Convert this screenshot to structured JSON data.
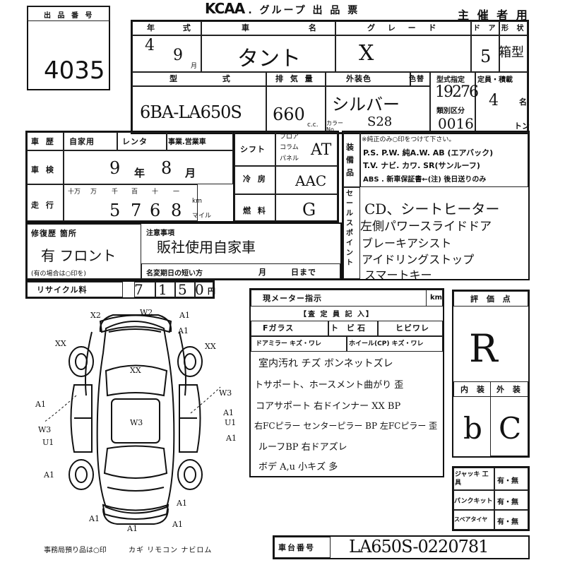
{
  "header": {
    "lot_label": "出 品 番 号",
    "lot_number": "4035",
    "brand": "KCAA",
    "title": ". グループ 出 品 票",
    "organizer": "主 催 者 用"
  },
  "vehicle": {
    "year_label": "年 式",
    "year": "4",
    "month": "9",
    "month_unit": "月",
    "name_label": "車 名",
    "name": "タント",
    "grade_label": "グ レ ー ド",
    "grade": "X",
    "door_label": "ド ア",
    "doors": "5",
    "body_label": "形 状",
    "body": "箱型",
    "model_label": "型 式",
    "model": "6BA-LA650S",
    "displacement_label": "排 気 量",
    "displacement": "660",
    "cc_unit": "c.c.",
    "color_label": "外装色",
    "color_change_label": "色替",
    "color": "シルバー",
    "color_no_label": "カラー No.",
    "color_no": "S28",
    "type_designation_label": "型式指定",
    "type_designation": "19276",
    "category_label": "類別区分",
    "category": "0016",
    "capacity_label": "定員・積載",
    "capacity": "4",
    "capacity_unit": "名",
    "ton_unit": "トン"
  },
  "history": {
    "history_label": "車 歴",
    "private": "自家用",
    "rental": "レンタ",
    "business": "事業.営業車",
    "inspection_label": "車 検",
    "inspection_year": "9",
    "year_unit": "年",
    "inspection_month": "8",
    "month_unit": "月",
    "mileage_label": "走 行",
    "place_labels": [
      "十万",
      "万",
      "千",
      "百",
      "十",
      "一"
    ],
    "mileage_digits": [
      "5",
      "7",
      "6",
      "8"
    ],
    "km_label": "km",
    "mile_label": "マイル",
    "shift_label": "シフト",
    "shift_options": [
      "フロア",
      "コラム",
      "パネル"
    ],
    "shift": "AT",
    "ac_label": "冷 房",
    "ac": "AAC",
    "fuel_label": "燃 料",
    "fuel": "G"
  },
  "equipment": {
    "side_label": "装備品",
    "note": "※純正のみ○印をつけて下さい。",
    "line1": "P.S. P.W. 純A.W. AB (エアバック)",
    "line2": "T.V. ナビ. カワ. SR(サンルーフ)",
    "line3": "ABS . 新車保証書←(注) 後日送りのみ"
  },
  "sales_points": {
    "side_label": "セールスポイント",
    "items": [
      "CD、シートヒーター",
      "左側パワースライドドア",
      "ブレーキアシスト",
      "アイドリングストップ",
      "スマートキー"
    ]
  },
  "repair": {
    "label": "修復歴 箇所",
    "value": "有 フロント",
    "note": "(有の場合は○印を)"
  },
  "caution": {
    "label": "注意事項",
    "value": "販社使用自家車",
    "name_change_label": "名変期日の短い方",
    "month_unit": "月",
    "day_unit": "日まで"
  },
  "recycle": {
    "label": "リサイクル料",
    "digits": [
      "7",
      "1",
      "5",
      "0"
    ],
    "unit": "円"
  },
  "meter": {
    "label": "現メーター指示",
    "unit": "km"
  },
  "inspector": {
    "label": "【査 定 員 記 入】",
    "glass_label": "Fガラス",
    "glass_tobi": "ト ビ",
    "glass_ishi": "石",
    "glass_crack": "ヒビワレ",
    "mirror_label": "ドアミラー キズ・ワレ",
    "wheel_label": "ホイール(CP) キズ・ワレ",
    "notes": [
      "室内汚れ チズ ボンネットズレ",
      "トサポート、ホースメント曲がり 歪",
      "コアサポート 右ドインナー XX BP",
      "右FCピラー センターピラー BP 左FCピラー 歪",
      "ルーフBP 右ドアズレ",
      "ボデ A,u 小キズ 多"
    ]
  },
  "evaluation": {
    "label": "評 価 点",
    "score": "R",
    "interior_label": "内 装",
    "exterior_label": "外 装",
    "interior": "b",
    "exterior": "C"
  },
  "accessories": {
    "rows": [
      {
        "label": "ジャッキ 工具",
        "value": "有・無"
      },
      {
        "label": "パンクキット",
        "value": "有・無"
      },
      {
        "label": "スペアタイヤ",
        "value": "有・無"
      }
    ]
  },
  "footer": {
    "office_note": "事務局預り品は○印",
    "items": "カギ リモコン ナビロム",
    "chassis_label": "車台番号",
    "chassis": "LA650S-0220781"
  },
  "diagram": {
    "marks": [
      "X2",
      "W2",
      "A1",
      "XX",
      "XX",
      "A1",
      "XX",
      "W3",
      "A1",
      "A1",
      "W3",
      "U1",
      "A1",
      "U1",
      "W3",
      "A1",
      "A1",
      "A1",
      "A1",
      "A1"
    ]
  }
}
